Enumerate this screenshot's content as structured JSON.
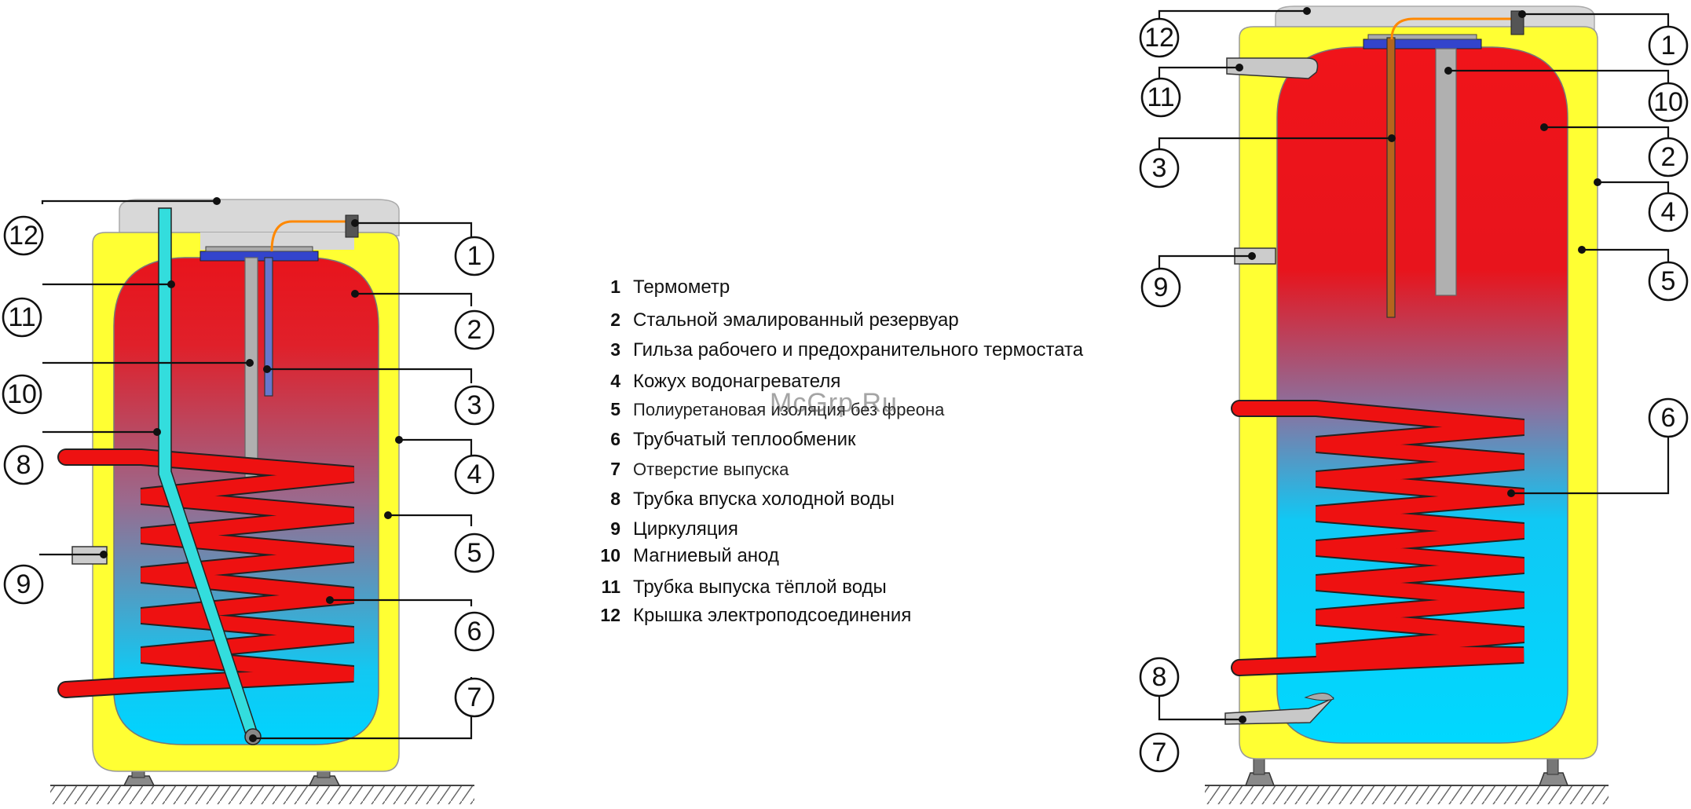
{
  "legend": [
    {
      "num": "1",
      "label": "Термометр"
    },
    {
      "num": "2",
      "label": "Стальной эмалированный резервуар"
    },
    {
      "num": "3",
      "label": "Гильза рабочего и предохранительного термостата"
    },
    {
      "num": "4",
      "label": "Кожух водонагревателя"
    },
    {
      "num": "5",
      "label": "Полиуретановая изоляция без фреона"
    },
    {
      "num": "6",
      "label": "Трубчатый теплообменик"
    },
    {
      "num": "7",
      "label": "Отверстие выпуска"
    },
    {
      "num": "8",
      "label": "Трубка впуска холодной воды"
    },
    {
      "num": "9",
      "label": "Циркуляция"
    },
    {
      "num": "10",
      "label": "Магниевый анод"
    },
    {
      "num": "11",
      "label": "Трубка выпуска тёплой воды"
    },
    {
      "num": "12",
      "label": "Крышка электроподсоединения"
    }
  ],
  "watermark": "McGrp.Ru",
  "left_callouts": {
    "left_side": [
      "12",
      "11",
      "10",
      "8",
      "9"
    ],
    "right_side": [
      "1",
      "2",
      "3",
      "4",
      "5",
      "6",
      "7"
    ]
  },
  "right_callouts": {
    "left_side": [
      "12",
      "11",
      "3",
      "9",
      "8",
      "7"
    ],
    "right_side": [
      "1",
      "10",
      "2",
      "4",
      "5",
      "6"
    ]
  },
  "colors": {
    "insulation": "#ffff33",
    "hot_water": "#e8141c",
    "cold_water": "#00d8ff",
    "coil": "#ee1111",
    "anode": "#b0b0b0",
    "cold_pipe": "#33dddd",
    "cover": "#d8d8d8",
    "thermometer_wire": "#ff8800"
  }
}
